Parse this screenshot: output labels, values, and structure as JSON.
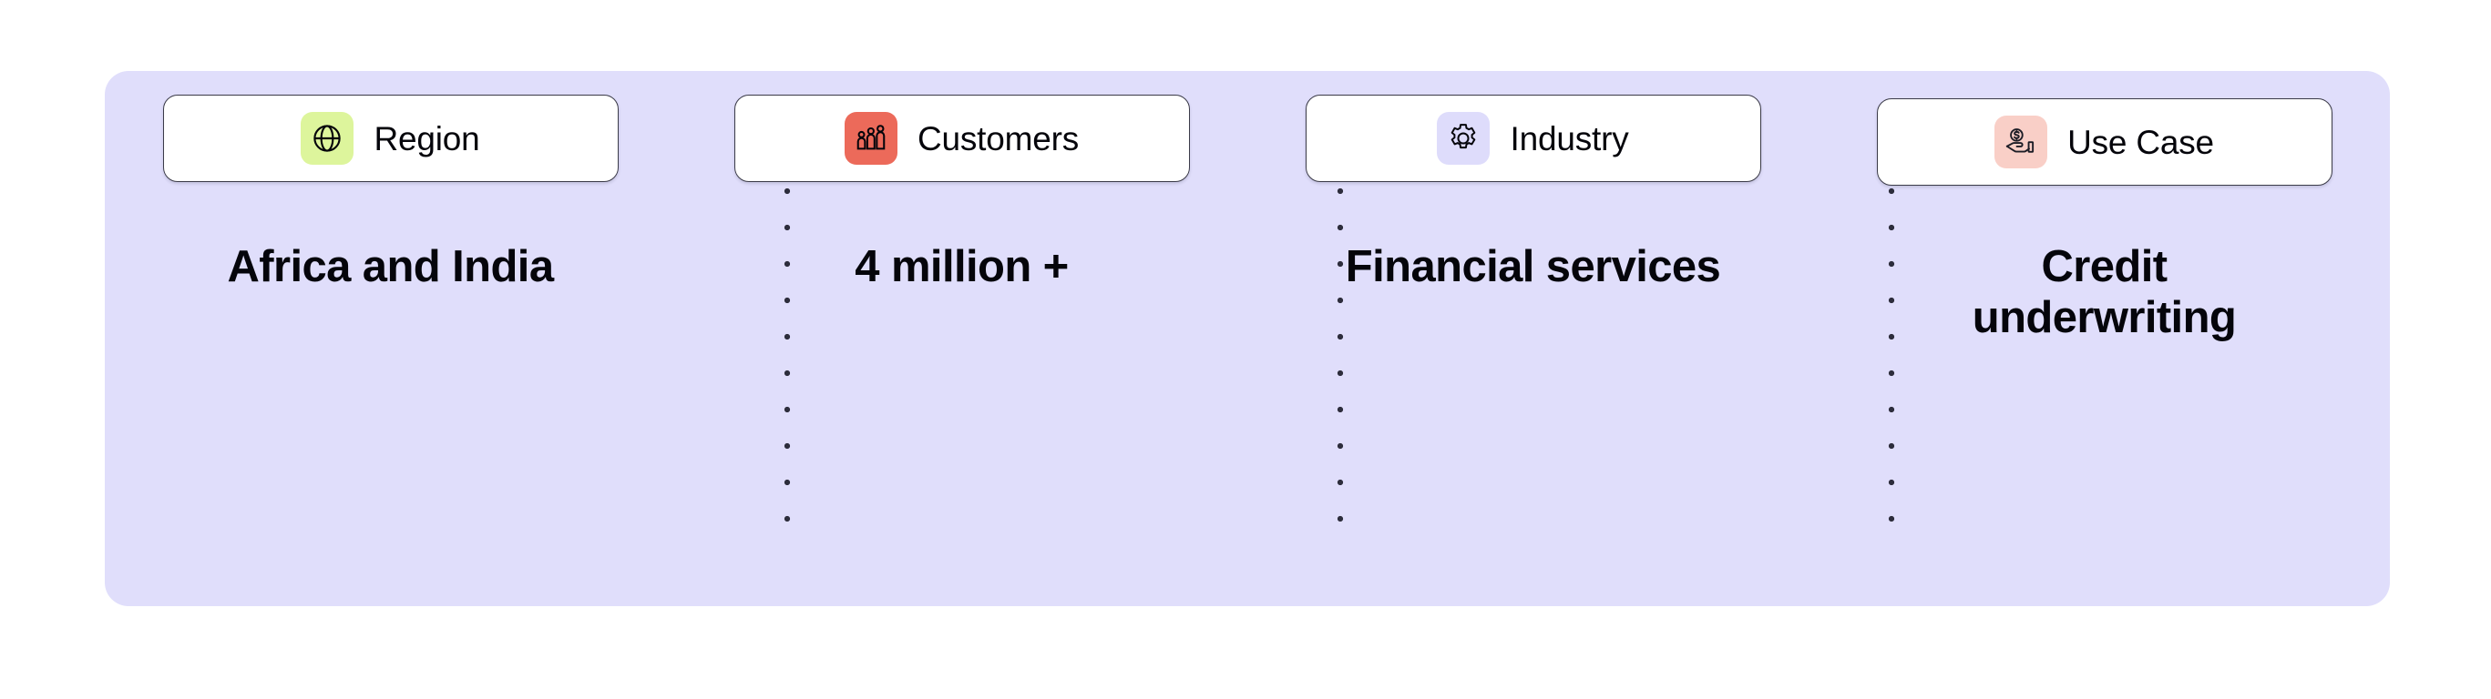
{
  "panel": {
    "background_color": "#E0DEFB",
    "border_radius": "26px"
  },
  "divider": {
    "style": "vertical-dotted",
    "dot_color": "#2d2d3c",
    "count": 3
  },
  "columns": [
    {
      "chip_label": "Region",
      "icon_name": "globe-icon",
      "badge_color": "#DDF59C",
      "value": "Africa and India"
    },
    {
      "chip_label": "Customers",
      "icon_name": "people-group-icon",
      "badge_color": "#EC6A5A",
      "value": "4 million +"
    },
    {
      "chip_label": "Industry",
      "icon_name": "gear-icon",
      "badge_color": "#DEDCFB",
      "value": "Financial services"
    },
    {
      "chip_label": "Use Case",
      "icon_name": "hand-holding-coin-icon",
      "badge_color": "#F9CFC7",
      "value": "Credit underwriting"
    }
  ]
}
